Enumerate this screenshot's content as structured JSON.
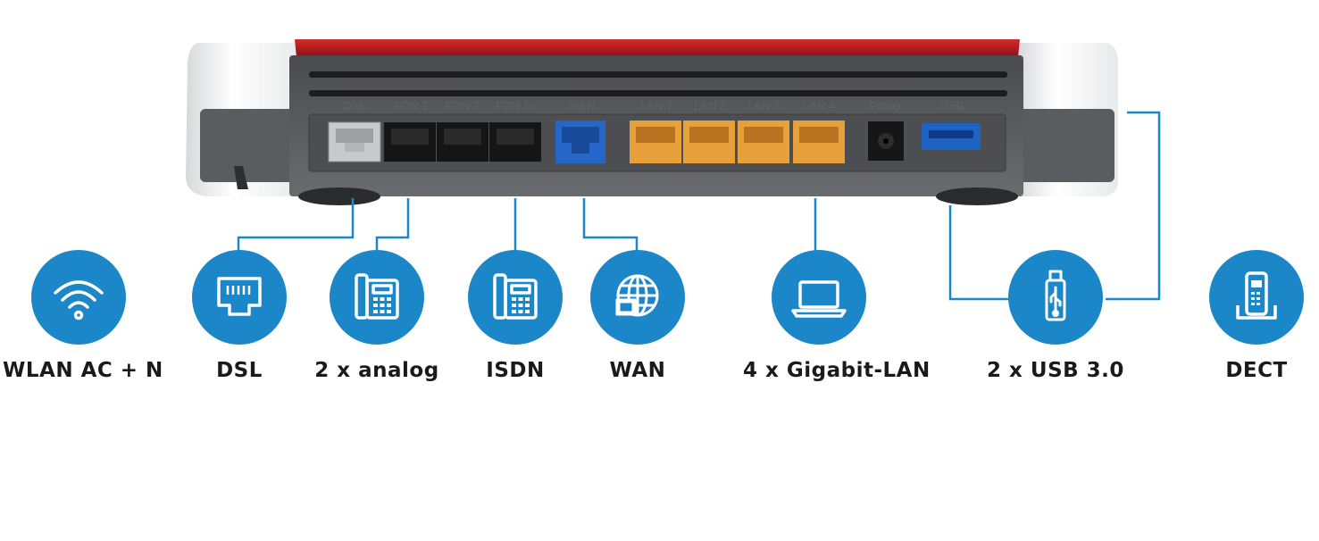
{
  "device": {
    "port_labels": [
      "DSL",
      "FON 1",
      "FON 2",
      "FON S₀",
      "WAN",
      "LAN 1",
      "LAN 2",
      "LAN 3",
      "LAN 4",
      "Power",
      "USB"
    ]
  },
  "features": [
    {
      "id": "wlan",
      "label": "WLAN AC + N",
      "icon": "wifi-icon"
    },
    {
      "id": "dsl",
      "label": "DSL",
      "icon": "dsl-port-icon"
    },
    {
      "id": "analog",
      "label": "2 x analog",
      "icon": "phone-icon"
    },
    {
      "id": "isdn",
      "label": "ISDN",
      "icon": "phone-icon"
    },
    {
      "id": "wan",
      "label": "WAN",
      "icon": "globe-icon"
    },
    {
      "id": "lan",
      "label": "4 x Gigabit-LAN",
      "icon": "laptop-icon"
    },
    {
      "id": "usb",
      "label": "2 x USB 3.0",
      "icon": "usb-stick-icon"
    },
    {
      "id": "dect",
      "label": "DECT",
      "icon": "cordless-phone-icon"
    }
  ],
  "colors": {
    "accent_blue": "#1b87c8",
    "router_red": "#b3151c",
    "router_grey": "#58595b",
    "lan_orange": "#e8a13a",
    "wan_blue": "#1f5fbf"
  }
}
